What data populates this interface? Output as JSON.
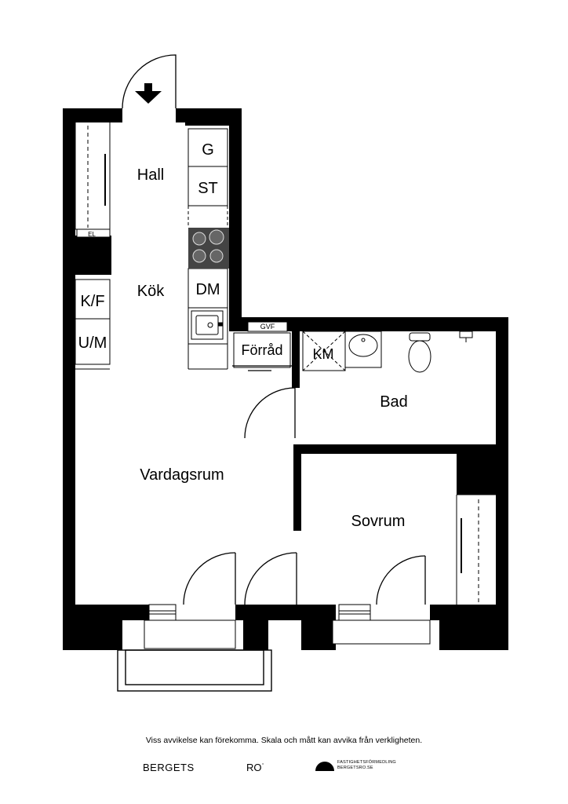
{
  "rooms": {
    "hall": "Hall",
    "kok": "Kök",
    "vardagsrum": "Vardagsrum",
    "bad": "Bad",
    "sovrum": "Sovrum",
    "forrad": "Förråd"
  },
  "fixtures": {
    "g": "G",
    "st": "ST",
    "dm": "DM",
    "kf": "K/F",
    "um": "U/M",
    "km": "KM",
    "el": "EL",
    "gvf": "GVF"
  },
  "footer": {
    "disclaimer": "Viss avvikelse kan förekomma. Skala och mått kan avvika från verkligheten.",
    "logo_left": "BERGETS",
    "logo_right": "RO",
    "logo_right_mark": "˙",
    "brand_line1": "FASTIGHETSFÖRMEDLING",
    "brand_line2": "BERGETSRO.SE"
  },
  "colors": {
    "wall": "#000000",
    "background": "#ffffff",
    "stove": "#444444"
  }
}
